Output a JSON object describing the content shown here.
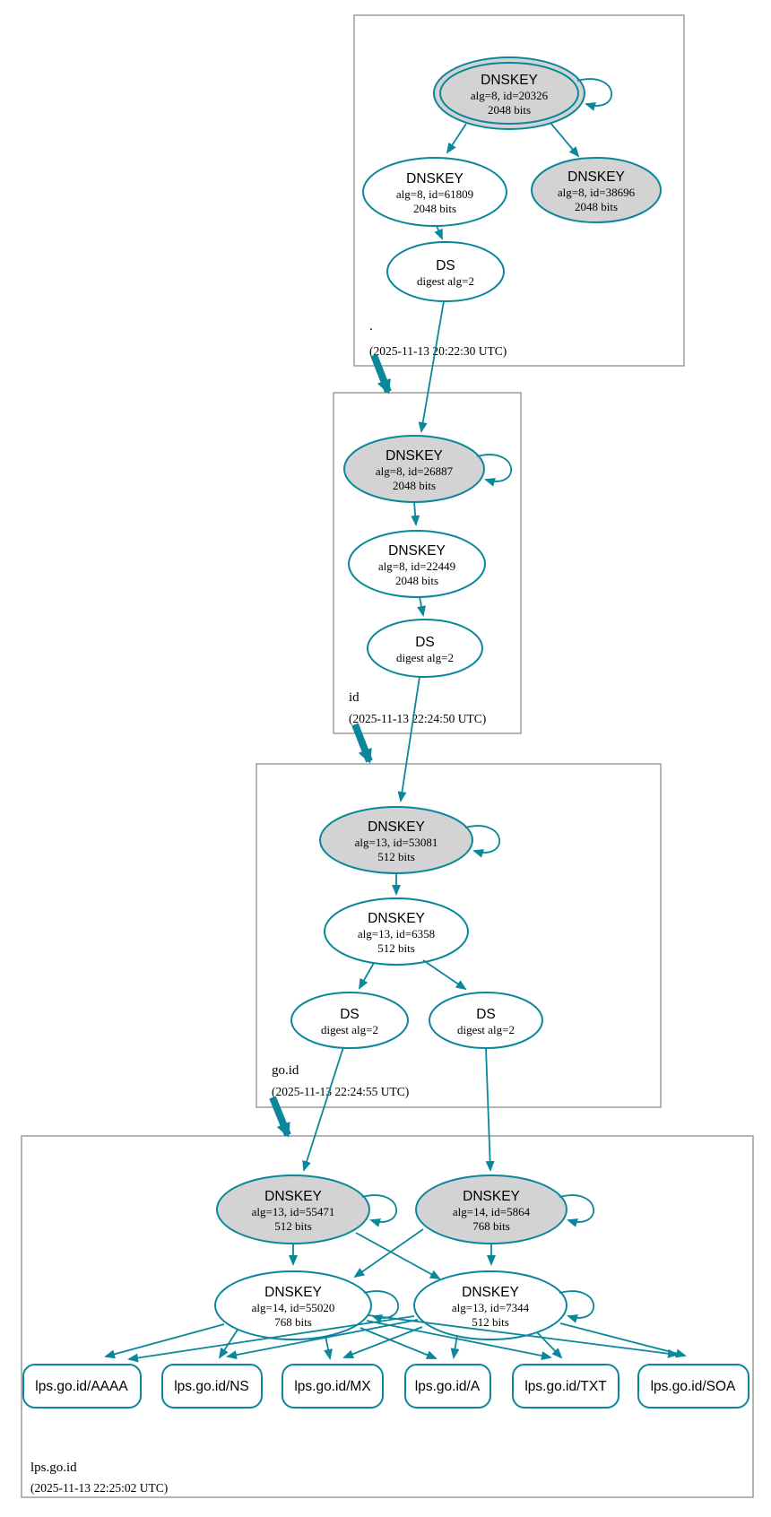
{
  "colors": {
    "edge": "#0a879a",
    "ksk_fill": "#d3d3d3",
    "node_fill": "#ffffff",
    "box_border": "#848484"
  },
  "zones": {
    "root": {
      "label": ".",
      "timestamp": "(2025-11-13 20:22:30 UTC)",
      "nodes": {
        "ksk": {
          "title": "DNSKEY",
          "detail1": "alg=8, id=20326",
          "detail2": "2048 bits"
        },
        "zsk": {
          "title": "DNSKEY",
          "detail1": "alg=8, id=61809",
          "detail2": "2048 bits"
        },
        "ksk2": {
          "title": "DNSKEY",
          "detail1": "alg=8, id=38696",
          "detail2": "2048 bits"
        },
        "ds": {
          "title": "DS",
          "detail1": "digest alg=2"
        }
      }
    },
    "id": {
      "label": "id",
      "timestamp": "(2025-11-13 22:24:50 UTC)",
      "nodes": {
        "ksk": {
          "title": "DNSKEY",
          "detail1": "alg=8, id=26887",
          "detail2": "2048 bits"
        },
        "zsk": {
          "title": "DNSKEY",
          "detail1": "alg=8, id=22449",
          "detail2": "2048 bits"
        },
        "ds": {
          "title": "DS",
          "detail1": "digest alg=2"
        }
      }
    },
    "go_id": {
      "label": "go.id",
      "timestamp": "(2025-11-13 22:24:55 UTC)",
      "nodes": {
        "ksk": {
          "title": "DNSKEY",
          "detail1": "alg=13, id=53081",
          "detail2": "512 bits"
        },
        "zsk": {
          "title": "DNSKEY",
          "detail1": "alg=13, id=6358",
          "detail2": "512 bits"
        },
        "ds1": {
          "title": "DS",
          "detail1": "digest alg=2"
        },
        "ds2": {
          "title": "DS",
          "detail1": "digest alg=2"
        }
      }
    },
    "lps_go_id": {
      "label": "lps.go.id",
      "timestamp": "(2025-11-13 22:25:02 UTC)",
      "nodes": {
        "ksk1": {
          "title": "DNSKEY",
          "detail1": "alg=13, id=55471",
          "detail2": "512 bits"
        },
        "ksk2": {
          "title": "DNSKEY",
          "detail1": "alg=14, id=5864",
          "detail2": "768 bits"
        },
        "zsk1": {
          "title": "DNSKEY",
          "detail1": "alg=14, id=55020",
          "detail2": "768 bits"
        },
        "zsk2": {
          "title": "DNSKEY",
          "detail1": "alg=13, id=7344",
          "detail2": "512 bits"
        }
      },
      "rrsets": [
        "lps.go.id/AAAA",
        "lps.go.id/NS",
        "lps.go.id/MX",
        "lps.go.id/A",
        "lps.go.id/TXT",
        "lps.go.id/SOA"
      ]
    }
  }
}
